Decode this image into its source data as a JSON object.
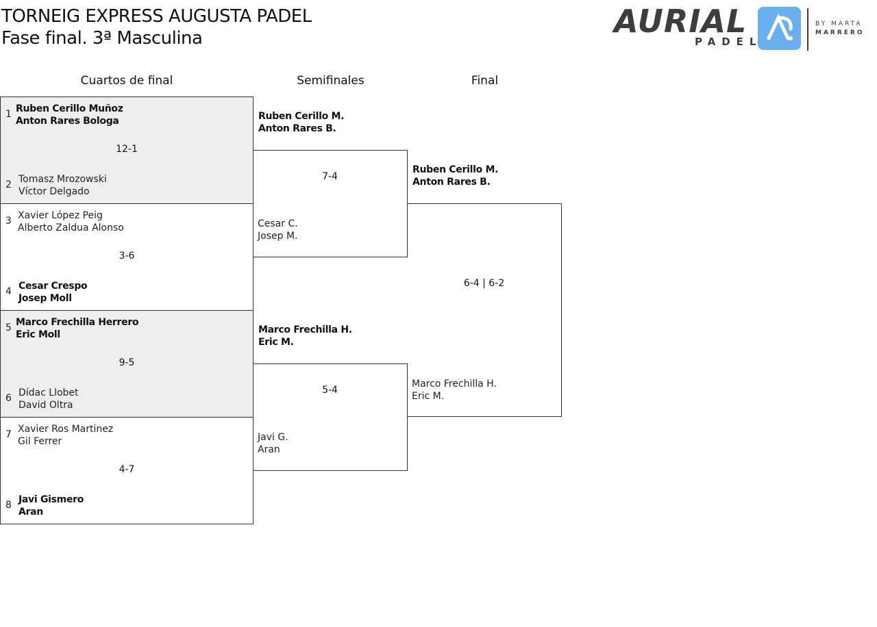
{
  "header": {
    "title": "TORNEIG EXPRESS AUGUSTA PADEL",
    "subtitle": "Fase final. 3ª Masculina"
  },
  "logo": {
    "brand": "AURIAL",
    "sub": "PADEL",
    "by": "BY MARTA",
    "by2": "MARRERO",
    "accent": "#6ab0ef"
  },
  "rounds": [
    "Cuartos de final",
    "Semifinales",
    "Final"
  ],
  "quarterfinals": [
    {
      "seed1": "1",
      "team1": [
        "Ruben Cerillo Muñoz",
        "Anton Rares Bologa"
      ],
      "seed2": "2",
      "team2": [
        "Tomasz Mrozowski",
        "Víctor Delgado"
      ],
      "score": "12-1",
      "winner": 1
    },
    {
      "seed1": "3",
      "team1": [
        "Xavier López Peig",
        "Alberto Zaldua Alonso"
      ],
      "seed2": "4",
      "team2": [
        "Cesar Crespo",
        "Josep Moll"
      ],
      "score": "3-6",
      "winner": 2
    },
    {
      "seed1": "5",
      "team1": [
        "Marco Frechilla Herrero",
        "Eric Moll"
      ],
      "seed2": "6",
      "team2": [
        "Dídac Llobet",
        "David Oltra"
      ],
      "score": "9-5",
      "winner": 1
    },
    {
      "seed1": "7",
      "team1": [
        "Xavier Ros Martinez",
        "Gil Ferrer"
      ],
      "seed2": "8",
      "team2": [
        "Javi Gismero",
        "Aran"
      ],
      "score": "4-7",
      "winner": 2
    }
  ],
  "semifinals": [
    {
      "team1": [
        "Ruben Cerillo M.",
        "Anton Rares B."
      ],
      "team2": [
        "Cesar C.",
        "Josep M."
      ],
      "score": "7-4",
      "winner": 1
    },
    {
      "team1": [
        "Marco Frechilla H.",
        "Eric M."
      ],
      "team2": [
        "Javi G.",
        "Aran"
      ],
      "score": "5-4",
      "winner": 1
    }
  ],
  "final": {
    "team1": [
      "Ruben Cerillo M.",
      "Anton Rares B."
    ],
    "team2": [
      "Marco Frechilla H.",
      "Eric M."
    ],
    "score": "6-4 | 6-2",
    "winner": 1
  }
}
